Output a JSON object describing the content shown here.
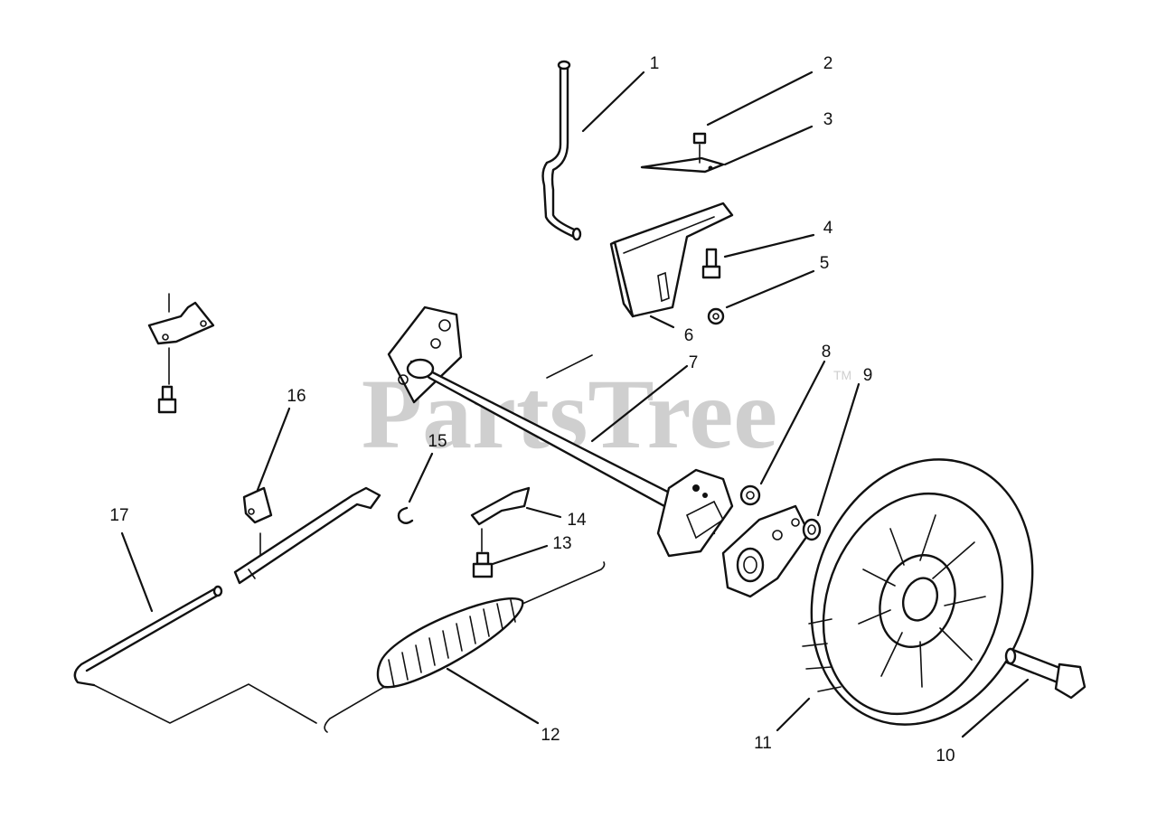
{
  "watermark": {
    "text": "PartsTree",
    "trademark": "TM"
  },
  "callouts": [
    "1",
    "2",
    "3",
    "4",
    "5",
    "6",
    "7",
    "8",
    "9",
    "10",
    "11",
    "12",
    "13",
    "14",
    "15",
    "16",
    "17"
  ],
  "colors": {
    "line": "#111111",
    "background": "#ffffff",
    "watermark": "#cfcfcf"
  }
}
